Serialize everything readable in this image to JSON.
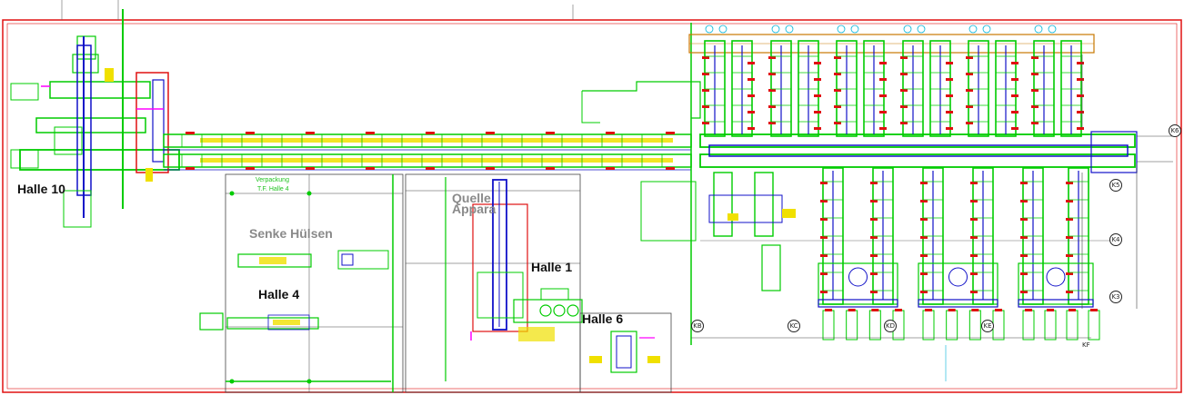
{
  "hall_labels": {
    "halle10": "Halle 10",
    "halle4": "Halle 4",
    "halle1": "Halle 1",
    "halle6": "Halle 6",
    "senke": "Senke Hülsen",
    "quelle": "Quelle",
    "apparat": "Appara",
    "verpackung": "Verpackung",
    "tf_halle4": "T.F. Halle 4"
  },
  "grid_axes": {
    "kb": "KB",
    "kc": "KC",
    "kd": "KD",
    "ke": "KE",
    "kf": "KF",
    "k3": "K3",
    "k4": "K4",
    "k5": "K5",
    "k6": "K6"
  },
  "colors": {
    "frame": "#e01010",
    "conveyor": "#00cc00",
    "structure": "#1010c8",
    "highlight": "#f0e000",
    "accent": "#ff00ff",
    "cyan": "#00b4d8",
    "orange": "#c87800"
  }
}
